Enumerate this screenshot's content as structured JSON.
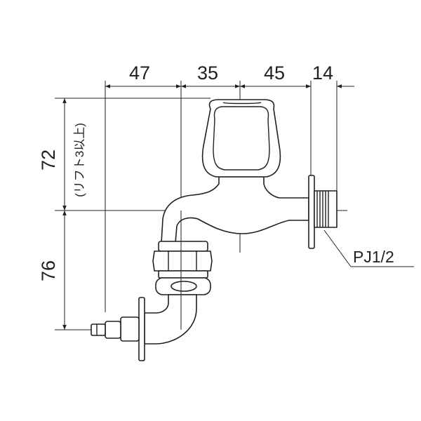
{
  "dimensions": {
    "width_1": "47",
    "width_2": "35",
    "width_3": "45",
    "width_4": "14",
    "height_top": "72",
    "height_top_note": "(リフト3以上)",
    "height_bottom": "76"
  },
  "callout": {
    "thread_label": "PJ1/2"
  }
}
